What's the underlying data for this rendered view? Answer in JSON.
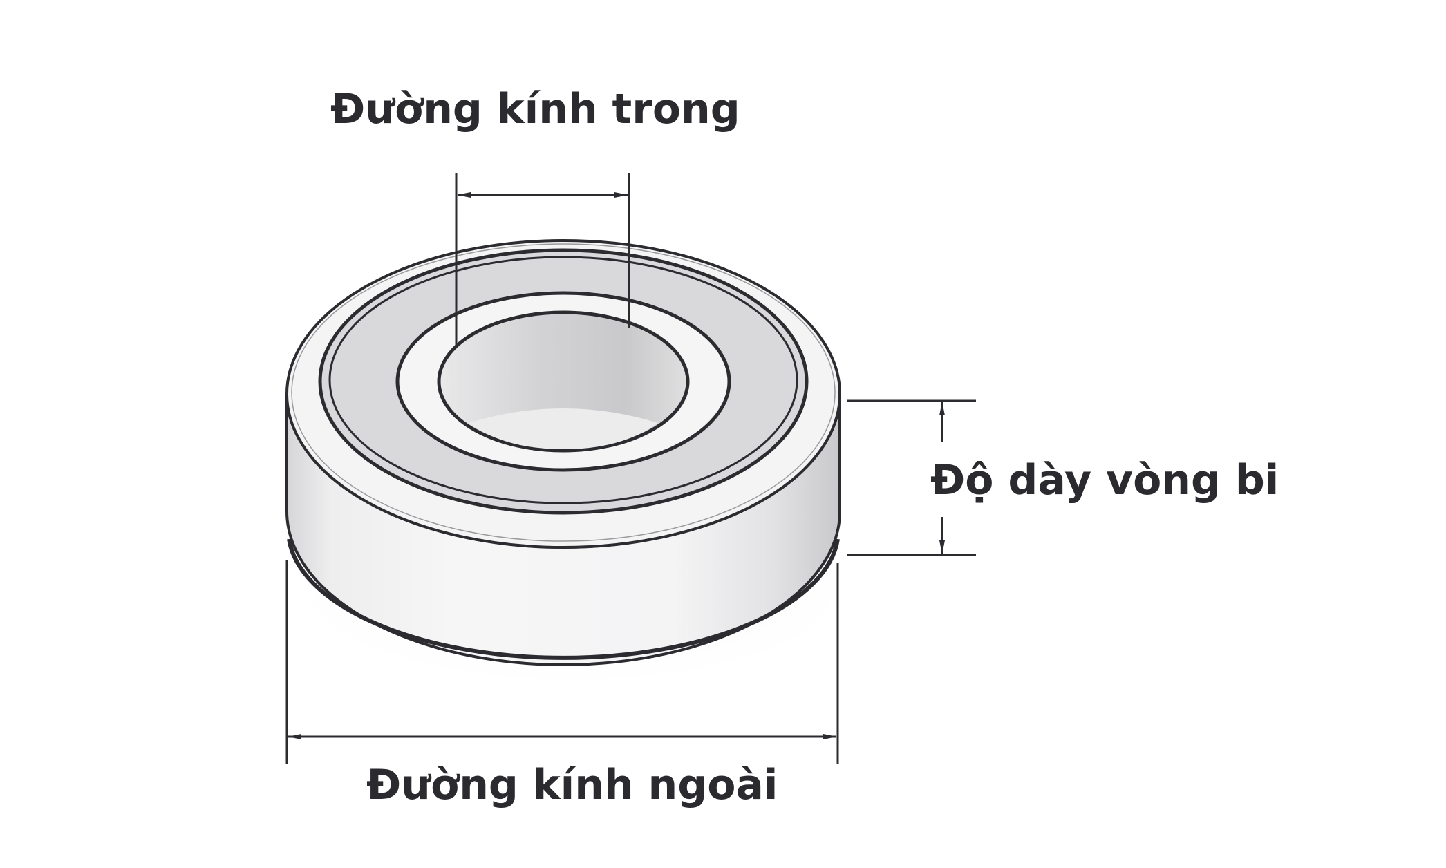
{
  "labels": {
    "inner_diameter": "Đường kính trong",
    "thickness": "Độ dày vòng bi",
    "outer_diameter": "Đường kính ngoài"
  },
  "colors": {
    "line": "#2b2b30",
    "text": "#2a2a2f",
    "face_light": "#f3f3f4",
    "seal": "#dadadc",
    "side_light": "#f1f1f2",
    "side_dark": "#cfcfd1",
    "bore_dark": "#d4d4d6"
  }
}
